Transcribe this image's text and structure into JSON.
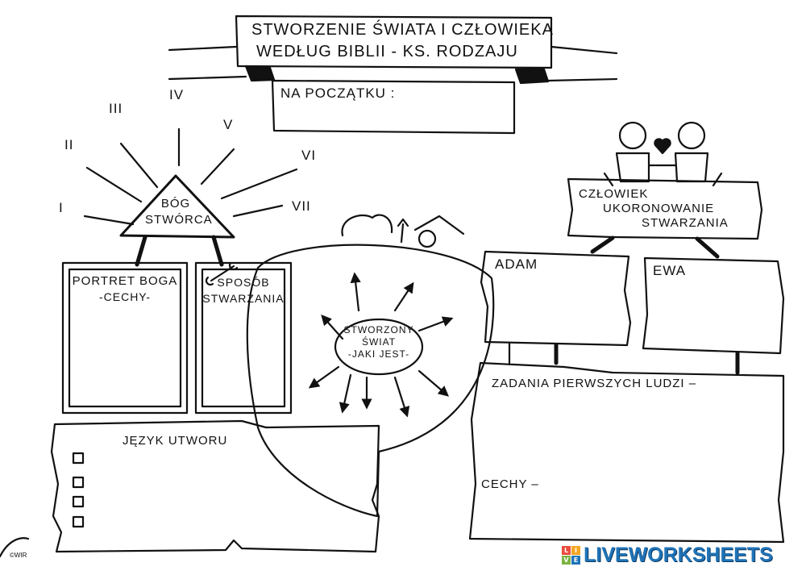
{
  "title": {
    "line1": "STWORZENIE ŚWIATA I CZŁOWIEKA",
    "line2": "WEDŁUG BIBLII - KS. RODZAJU"
  },
  "beginning": {
    "label": "NA POCZĄTKU :"
  },
  "god": {
    "label_line1": "BÓG",
    "label_line2": "STWÓRCA",
    "days": [
      "I",
      "II",
      "III",
      "IV",
      "V",
      "VI",
      "VII"
    ]
  },
  "portrait": {
    "line1": "PORTRET BOGA",
    "line2": "-CECHY-"
  },
  "method": {
    "line1": "SPOSÓB",
    "line2": "STWARZANIA"
  },
  "language": {
    "label": "JĘZYK UTWORU",
    "checkbox_count": 4
  },
  "world": {
    "line1": "STWORZONY",
    "line2": "ŚWIAT",
    "line3": "-JAKI JEST-"
  },
  "human": {
    "line1": "CZŁOWIEK",
    "line2": "UKORONOWANIE",
    "line3": "STWARZANIA"
  },
  "adam": {
    "label": "ADAM"
  },
  "eve": {
    "label": "EWA"
  },
  "tasks": {
    "label": "ZADANIA PIERWSZYCH LUDZI –",
    "traits_label": "CECHY –"
  },
  "credit": "©WIR",
  "brand": {
    "name": "LIVEWORKSHEETS",
    "icon_letters": [
      "L",
      "I",
      "V",
      "E"
    ],
    "color": "#1f73b7"
  }
}
